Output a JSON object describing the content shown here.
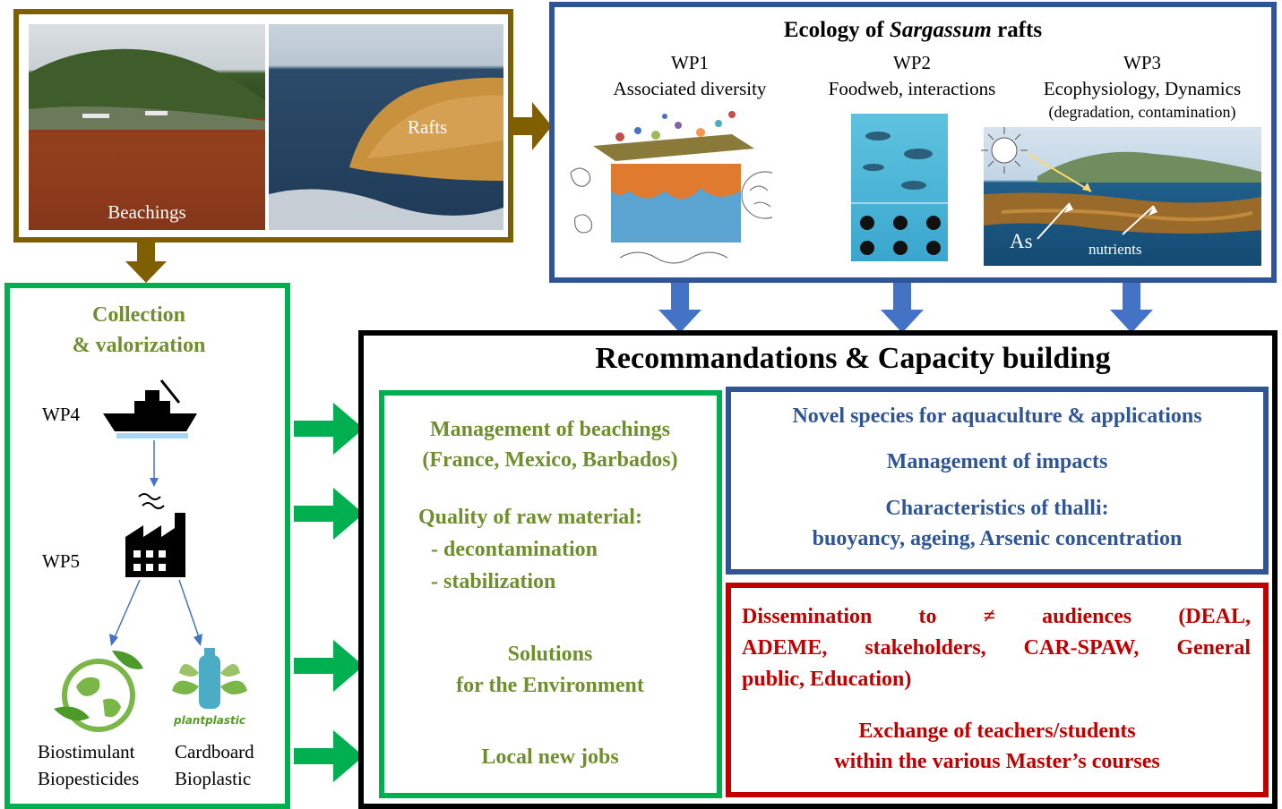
{
  "colors": {
    "brown": "#7f5f00",
    "blue": "#2f5597",
    "arrow_blue": "#4472c4",
    "green": "#00b050",
    "olive_text": "#6f8f2e",
    "red": "#c00000",
    "black": "#000000"
  },
  "photos": {
    "beachings_label": "Beachings",
    "rafts_label": "Rafts"
  },
  "ecology": {
    "title_prefix": "Ecology of ",
    "title_italic": "Sargassum",
    "title_suffix": " rafts",
    "wp1": {
      "id": "WP1",
      "label": "Associated diversity"
    },
    "wp2": {
      "id": "WP2",
      "label": "Foodweb, interactions"
    },
    "wp3": {
      "id": "WP3",
      "label": "Ecophysiology, Dynamics",
      "sublabel": "(degradation, contamination)"
    },
    "as_label": "As",
    "nutrients_label": "nutrients"
  },
  "collection": {
    "title_line1": "Collection",
    "title_line2": "& valorization",
    "wp4": "WP4",
    "wp5": "WP5",
    "product1_line1": "Biostimulant",
    "product1_line2": "Biopesticides",
    "product2_line1": "Cardboard",
    "product2_line2": "Bioplastic",
    "plantplastic_logo": "plantplastic"
  },
  "recommendations": {
    "title": "Recommandations & Capacity building",
    "green_box": {
      "item1_line1": "Management of beachings",
      "item1_line2": "(France, Mexico, Barbados)",
      "item2_line1": "Quality of raw material:",
      "item2_line2": "- decontamination",
      "item2_line3": "- stabilization",
      "item3_line1": "Solutions",
      "item3_line2": "for the Environment",
      "item4": "Local new jobs"
    },
    "blue_box": {
      "item1": "Novel species for aquaculture & applications",
      "item2": "Management of impacts",
      "item3_line1": "Characteristics of thalli:",
      "item3_line2": "buoyancy, ageing, Arsenic concentration"
    },
    "red_box": {
      "dissemination_line1": "Dissemination to ≠ audiences (DEAL,",
      "dissemination_line2": "ADEME, stakeholders, CAR-SPAW, General",
      "dissemination_line3": "public, Education)",
      "exchange_line1": "Exchange of teachers/students",
      "exchange_line2": "within the various Master’s courses"
    }
  }
}
